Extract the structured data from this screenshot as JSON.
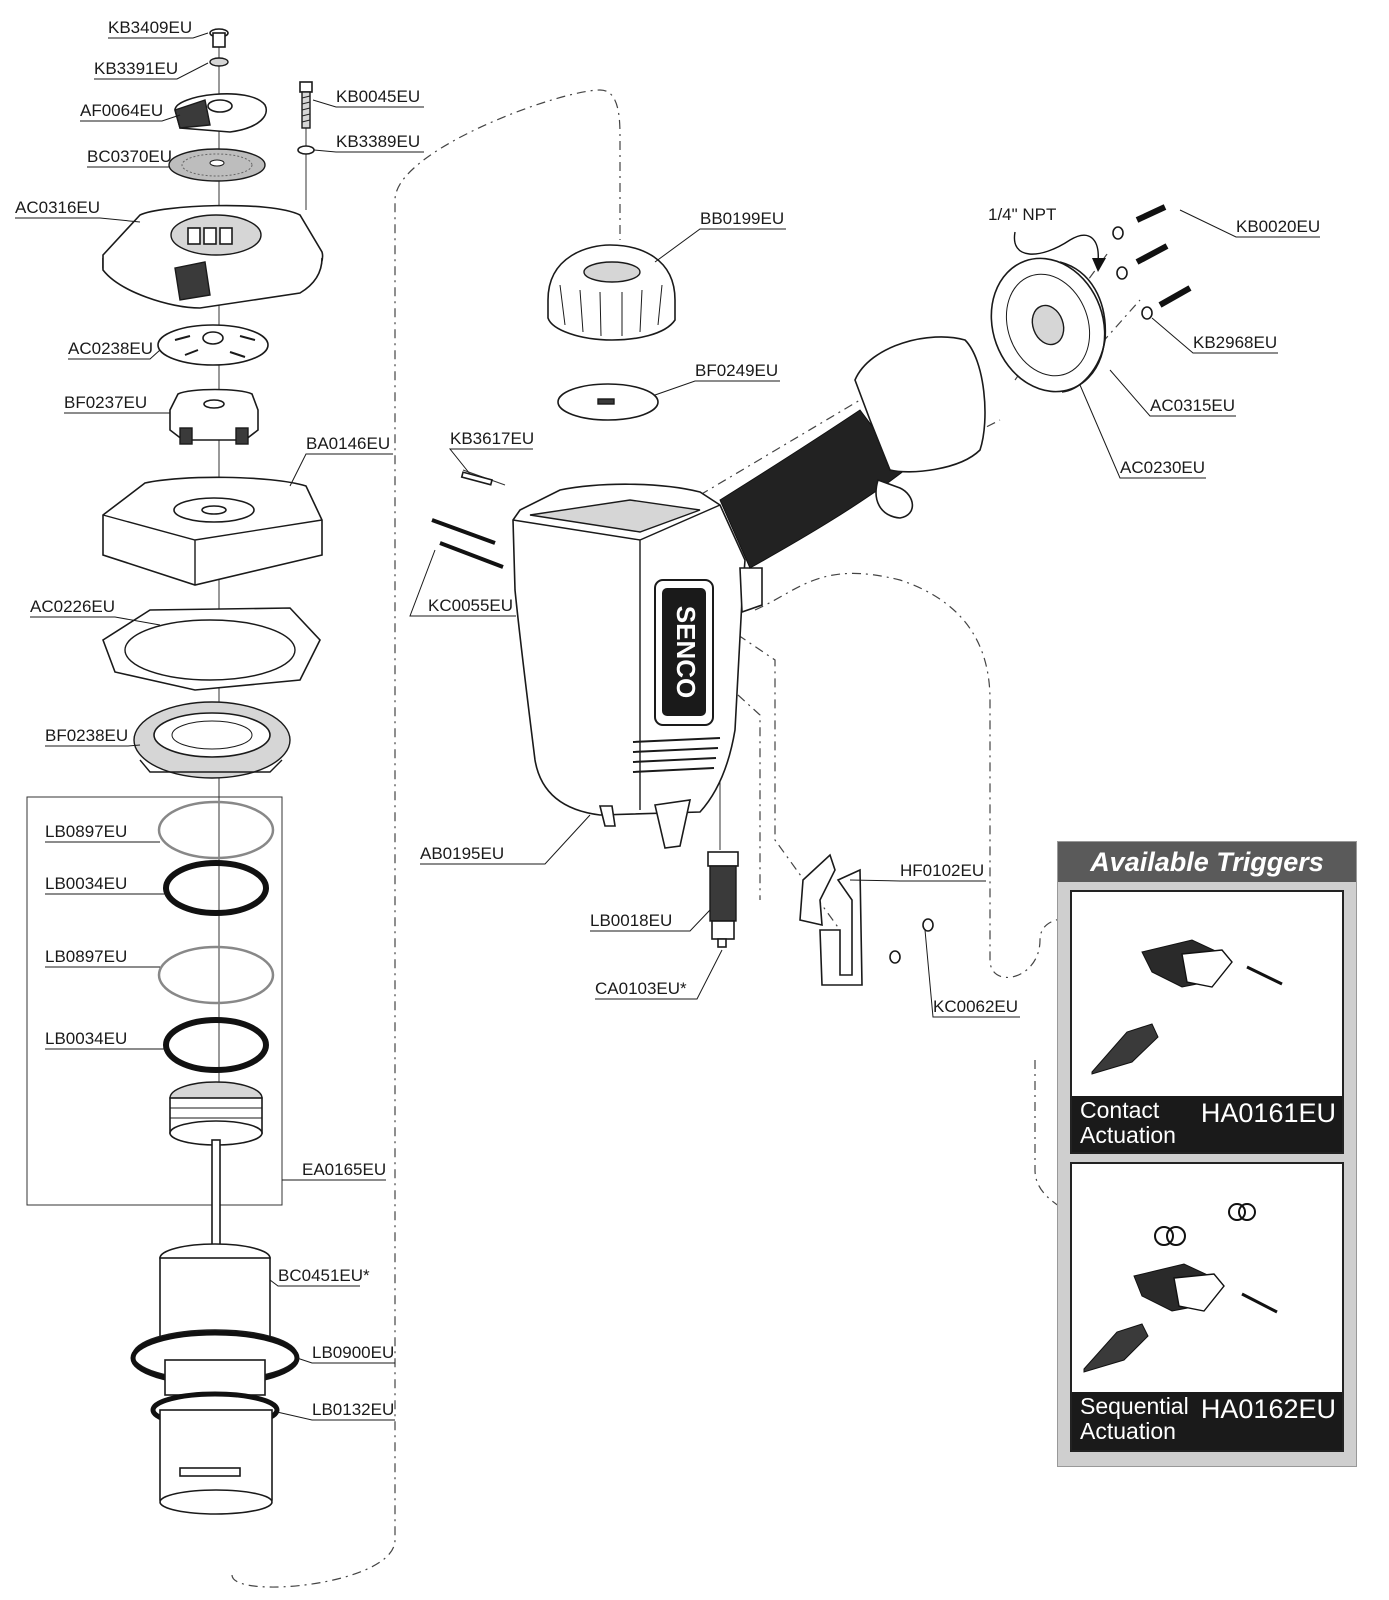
{
  "parts": {
    "kb3409": "KB3409EU",
    "kb3391": "KB3391EU",
    "af0064": "AF0064EU",
    "kb0045": "KB0045EU",
    "kb3389": "KB3389EU",
    "bc0370": "BC0370EU",
    "ac0316": "AC0316EU",
    "ac0238": "AC0238EU",
    "bf0237": "BF0237EU",
    "ba0146": "BA0146EU",
    "ac0226": "AC0226EU",
    "bf0238": "BF0238EU",
    "lb0897a": "LB0897EU",
    "lb0034a": "LB0034EU",
    "lb0897b": "LB0897EU",
    "lb0034b": "LB0034EU",
    "ea0165": "EA0165EU",
    "bc0451": "BC0451EU*",
    "lb0900": "LB0900EU",
    "lb0132": "LB0132EU",
    "bb0199": "BB0199EU",
    "bf0249": "BF0249EU",
    "kb3617": "KB3617EU",
    "kc0055": "KC0055EU",
    "ab0195": "AB0195EU",
    "lb0018": "LB0018EU",
    "ca0103": "CA0103EU*",
    "hf0102": "HF0102EU",
    "kc0062": "KC0062EU",
    "npt": "1/4\" NPT",
    "kb0020": "KB0020EU",
    "kb2968": "KB2968EU",
    "ac0315": "AC0315EU",
    "ac0230": "AC0230EU"
  },
  "brand_text": "SENCO",
  "triggers": {
    "title": "Available Triggers",
    "contact": {
      "name_line1": "Contact",
      "name_line2": "Actuation",
      "code": "HA0161EU"
    },
    "sequential": {
      "name_line1": "Sequential",
      "name_line2": "Actuation",
      "code": "HA0162EU"
    }
  }
}
